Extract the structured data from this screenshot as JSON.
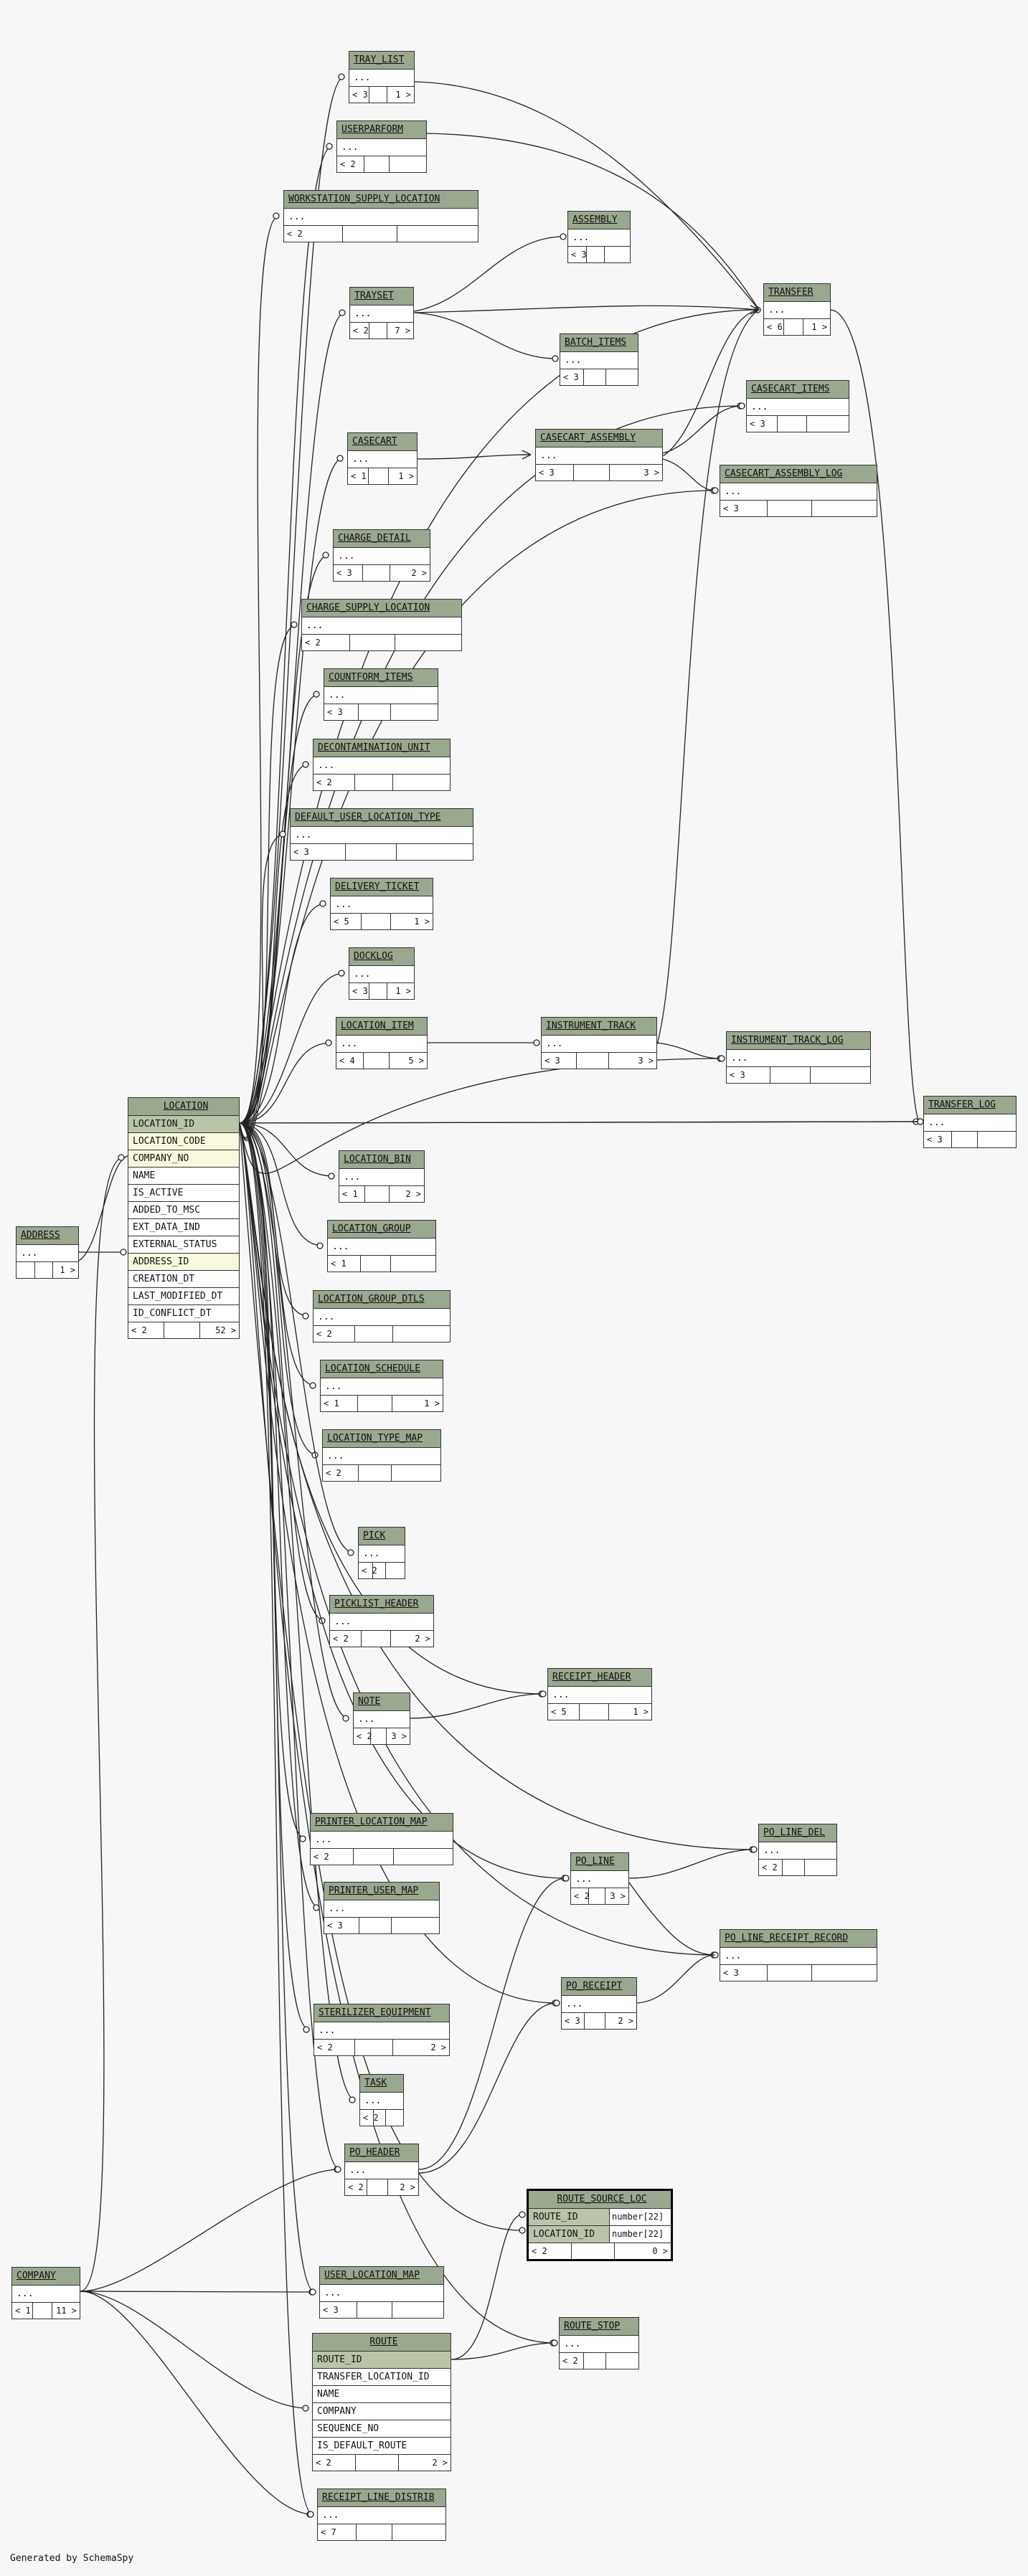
{
  "footer": "Generated by SchemaSpy",
  "location": {
    "name": "LOCATION",
    "columns": [
      "LOCATION_ID",
      "LOCATION_CODE",
      "COMPANY_NO",
      "NAME",
      "IS_ACTIVE",
      "ADDED_TO_MSC",
      "EXT_DATA_IND",
      "EXTERNAL_STATUS",
      "ADDRESS_ID",
      "CREATION_DT",
      "LAST_MODIFIED_DT",
      "ID_CONFLICT_DT"
    ],
    "parents": "< 2",
    "children": "52 >"
  },
  "route": {
    "name": "ROUTE",
    "columns": [
      "ROUTE_ID",
      "TRANSFER_LOCATION_ID",
      "NAME",
      "COMPANY",
      "SEQUENCE_NO",
      "IS_DEFAULT_ROUTE"
    ],
    "parents": "< 2",
    "children": "2 >"
  },
  "route_source_loc": {
    "name": "ROUTE_SOURCE_LOC",
    "columns": [
      {
        "name": "ROUTE_ID",
        "type": "number[22]"
      },
      {
        "name": "LOCATION_ID",
        "type": "number[22]"
      }
    ],
    "parents": "< 2",
    "children": "0 >"
  },
  "tables": [
    {
      "id": "tray_list",
      "name": "TRAY_LIST",
      "parents": "< 3",
      "children": "1 >"
    },
    {
      "id": "userparform",
      "name": "USERPARFORM",
      "parents": "< 2",
      "children": ""
    },
    {
      "id": "workstation_supply_location",
      "name": "WORKSTATION_SUPPLY_LOCATION",
      "parents": "< 2",
      "children": ""
    },
    {
      "id": "assembly",
      "name": "ASSEMBLY",
      "parents": "< 3",
      "children": ""
    },
    {
      "id": "transfer",
      "name": "TRANSFER",
      "parents": "< 6",
      "children": "1 >"
    },
    {
      "id": "trayset",
      "name": "TRAYSET",
      "parents": "< 2",
      "children": "7 >"
    },
    {
      "id": "batch_items",
      "name": "BATCH_ITEMS",
      "parents": "< 3",
      "children": ""
    },
    {
      "id": "casecart_items",
      "name": "CASECART_ITEMS",
      "parents": "< 3",
      "children": ""
    },
    {
      "id": "casecart",
      "name": "CASECART",
      "parents": "< 1",
      "children": "1 >"
    },
    {
      "id": "casecart_assembly",
      "name": "CASECART_ASSEMBLY",
      "parents": "< 3",
      "children": "3 >"
    },
    {
      "id": "casecart_assembly_log",
      "name": "CASECART_ASSEMBLY_LOG",
      "parents": "< 3",
      "children": ""
    },
    {
      "id": "charge_detail",
      "name": "CHARGE_DETAIL",
      "parents": "< 3",
      "children": "2 >"
    },
    {
      "id": "charge_supply_location",
      "name": "CHARGE_SUPPLY_LOCATION",
      "parents": "< 2",
      "children": ""
    },
    {
      "id": "countform_items",
      "name": "COUNTFORM_ITEMS",
      "parents": "< 3",
      "children": ""
    },
    {
      "id": "decontamination_unit",
      "name": "DECONTAMINATION_UNIT",
      "parents": "< 2",
      "children": ""
    },
    {
      "id": "default_user_location_type",
      "name": "DEFAULT_USER_LOCATION_TYPE",
      "parents": "< 3",
      "children": ""
    },
    {
      "id": "delivery_ticket",
      "name": "DELIVERY_TICKET",
      "parents": "< 5",
      "children": "1 >"
    },
    {
      "id": "docklog",
      "name": "DOCKLOG",
      "parents": "< 3",
      "children": "1 >"
    },
    {
      "id": "location_item",
      "name": "LOCATION_ITEM",
      "parents": "< 4",
      "children": "5 >"
    },
    {
      "id": "instrument_track",
      "name": "INSTRUMENT_TRACK",
      "parents": "< 3",
      "children": "3 >"
    },
    {
      "id": "instrument_track_log",
      "name": "INSTRUMENT_TRACK_LOG",
      "parents": "< 3",
      "children": ""
    },
    {
      "id": "transfer_log",
      "name": "TRANSFER_LOG",
      "parents": "< 3",
      "children": ""
    },
    {
      "id": "address",
      "name": "ADDRESS",
      "parents": "",
      "children": "1 >"
    },
    {
      "id": "location_bin",
      "name": "LOCATION_BIN",
      "parents": "< 1",
      "children": "2 >"
    },
    {
      "id": "location_group",
      "name": "LOCATION_GROUP",
      "parents": "< 1",
      "children": ""
    },
    {
      "id": "location_group_dtls",
      "name": "LOCATION_GROUP_DTLS",
      "parents": "< 2",
      "children": ""
    },
    {
      "id": "location_schedule",
      "name": "LOCATION_SCHEDULE",
      "parents": "< 1",
      "children": "1 >"
    },
    {
      "id": "location_type_map",
      "name": "LOCATION_TYPE_MAP",
      "parents": "< 2",
      "children": ""
    },
    {
      "id": "pick",
      "name": "PICK",
      "parents": "< 2",
      "children": ""
    },
    {
      "id": "picklist_header",
      "name": "PICKLIST_HEADER",
      "parents": "< 2",
      "children": "2 >"
    },
    {
      "id": "receipt_header",
      "name": "RECEIPT_HEADER",
      "parents": "< 5",
      "children": "1 >"
    },
    {
      "id": "note",
      "name": "NOTE",
      "parents": "< 2",
      "children": "3 >"
    },
    {
      "id": "printer_location_map",
      "name": "PRINTER_LOCATION_MAP",
      "parents": "< 2",
      "children": ""
    },
    {
      "id": "po_line_del",
      "name": "PO_LINE_DEL",
      "parents": "< 2",
      "children": ""
    },
    {
      "id": "po_line",
      "name": "PO_LINE",
      "parents": "< 2",
      "children": "3 >"
    },
    {
      "id": "printer_user_map",
      "name": "PRINTER_USER_MAP",
      "parents": "< 3",
      "children": ""
    },
    {
      "id": "po_line_receipt_record",
      "name": "PO_LINE_RECEIPT_RECORD",
      "parents": "< 3",
      "children": ""
    },
    {
      "id": "po_receipt",
      "name": "PO_RECEIPT",
      "parents": "< 3",
      "children": "2 >"
    },
    {
      "id": "sterilizer_equipment",
      "name": "STERILIZER_EQUIPMENT",
      "parents": "< 2",
      "children": "2 >"
    },
    {
      "id": "task",
      "name": "TASK",
      "parents": "< 2",
      "children": ""
    },
    {
      "id": "po_header",
      "name": "PO_HEADER",
      "parents": "< 2",
      "children": "2 >"
    },
    {
      "id": "company",
      "name": "COMPANY",
      "parents": "< 1",
      "children": "11 >"
    },
    {
      "id": "user_location_map",
      "name": "USER_LOCATION_MAP",
      "parents": "< 3",
      "children": ""
    },
    {
      "id": "route_stop",
      "name": "ROUTE_STOP",
      "parents": "< 2",
      "children": ""
    },
    {
      "id": "receipt_line_distrib",
      "name": "RECEIPT_LINE_DISTRIB",
      "parents": "< 7",
      "children": ""
    }
  ],
  "ellipsis": "..."
}
